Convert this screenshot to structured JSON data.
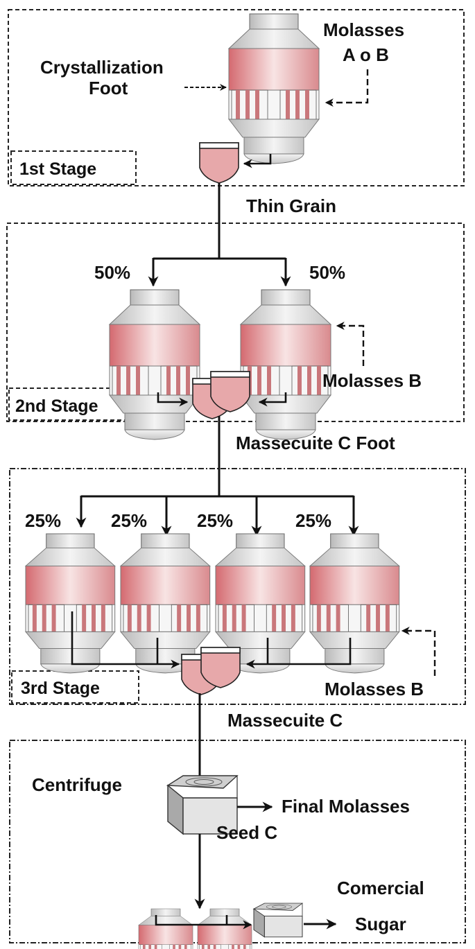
{
  "colors": {
    "vessel_band": "#d9787c",
    "vessel_metal": "#d4d4d4",
    "seed_fill": "#e6aaaa",
    "line": "#111111"
  },
  "stage1": {
    "stage_label": "1st Stage",
    "feed_left_line1": "Crystallization",
    "feed_left_line2": "Foot",
    "feed_right_line1": "Molasses",
    "feed_right_line2": "A o B"
  },
  "transfer1": {
    "label": "Thin Grain"
  },
  "stage2": {
    "stage_label": "2nd Stage",
    "split": [
      "50%",
      "50%"
    ],
    "feed_right": "Molasses B"
  },
  "transfer2": {
    "label": "Massecuite C Foot"
  },
  "stage3": {
    "stage_label": "3rd Stage",
    "split": [
      "25%",
      "25%",
      "25%",
      "25%"
    ],
    "feed_right": "Molasses B"
  },
  "transfer3": {
    "label": "Massecuite C"
  },
  "stage4": {
    "centrifuge_label": "Centrifuge",
    "output_label": "Final Molasses",
    "seed_label": "Seed C",
    "product_line1": "Comercial",
    "product_line2": "Sugar"
  },
  "icons": {
    "vessel": "vacuum-pan-icon",
    "receiver": "seed-receiver-icon",
    "centrifuge": "centrifuge-icon"
  }
}
